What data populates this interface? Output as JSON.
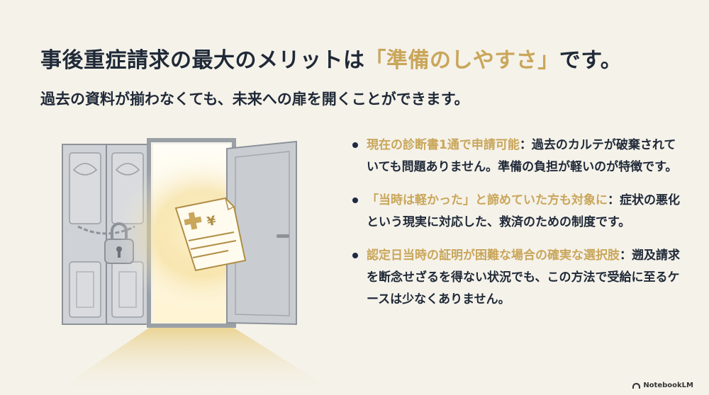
{
  "title": {
    "main": "事後重症請求の最大のメリットは",
    "accent": "「準備のしやすさ」",
    "tail": "です。"
  },
  "subtitle": "過去の資料が揃わなくても、未来への扉を開くことができます。",
  "bullets": [
    {
      "head": "現在の診断書1通で申請可能",
      "sep": "：",
      "body": "過去のカルテが破棄されていても問題ありません。準備の負担が軽いのが特徴です。"
    },
    {
      "head": "「当時は軽かった」と諦めていた方も対象に",
      "sep": "：",
      "body": "症状の悪化という現実に対応した、救済のための制度です。"
    },
    {
      "head": "認定日当時の証明が困難な場合の確実な選択肢",
      "sep": "：",
      "body": "遡及請求を断念せざるを得ない状況でも、この方法で受給に至るケースは少なくありません。"
    }
  ],
  "document_icon": {
    "symbols": "+ ¥",
    "accent_color": "#c9a65a"
  },
  "brand": {
    "label": "NotebookLM",
    "icon": "notebook-logo-icon"
  },
  "colors": {
    "accent": "#c9a65a",
    "text": "#1f2937",
    "background": "#f5f2ea"
  }
}
